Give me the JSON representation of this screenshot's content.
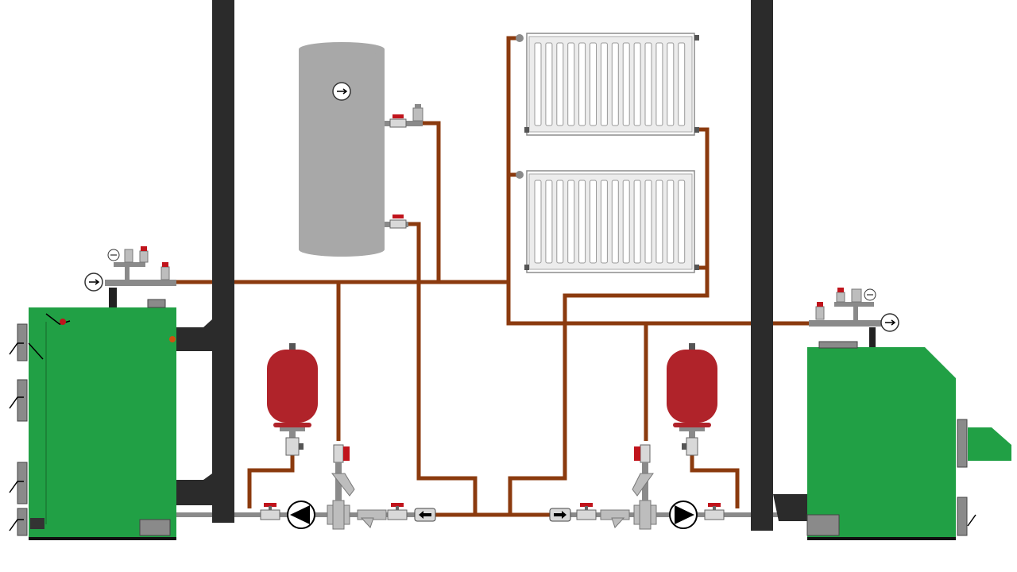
{
  "diagram": {
    "description_visible_text": "",
    "colors": {
      "background": "#ffffff",
      "pipe": "#8b3a0e",
      "chimney": "#2b2b2b",
      "boiler_green": "#21a045",
      "expansion_tank_red": "#b0232a",
      "storage_tank_gray": "#a8a8a8",
      "fitting_gray": "#8a8a8a",
      "valve_handle_red": "#c0141c",
      "radiator_fill": "#ececec",
      "radiator_stroke": "#8c8c8c"
    },
    "components": {
      "left_boiler": "solid-fuel-boiler",
      "right_boiler": "pellet-boiler",
      "storage_tank": "buffer-tank",
      "radiators": [
        "radiator-upper",
        "radiator-lower"
      ],
      "expansion_tanks": [
        "expansion-tank-left",
        "expansion-tank-right"
      ],
      "pumps": [
        "pump-left",
        "pump-right"
      ],
      "flow_arrows": [
        "left",
        "right"
      ]
    }
  }
}
